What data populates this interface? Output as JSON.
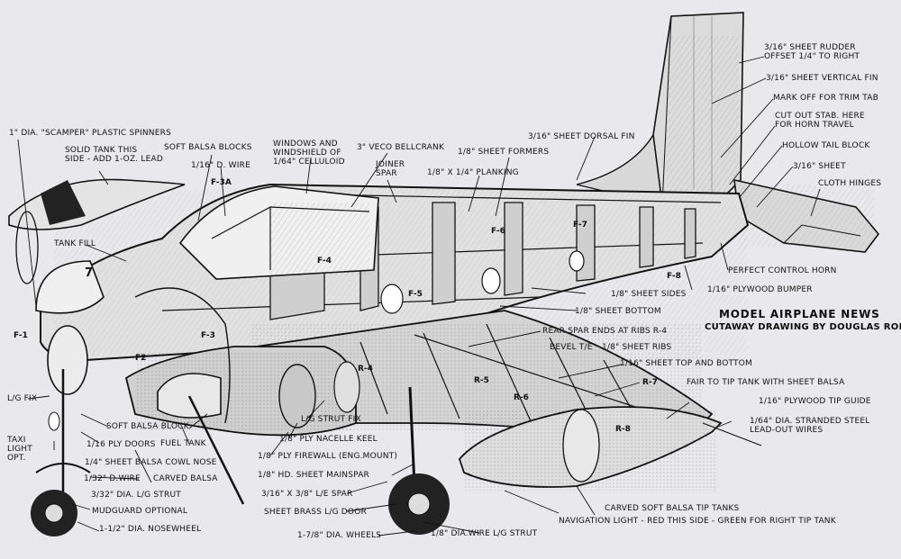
{
  "title": "MODEL AIRPLANE NEWS",
  "subtitle": "CUTAWAY DRAWING BY DOUGLAS ROLFE",
  "labels": {
    "rudder": "3/16\" SHEET RUDDER\nOFFSET 1/4\" TO RIGHT",
    "vfin": "3/16\" SHEET VERTICAL FIN",
    "trim": "MARK OFF FOR TRIM TAB",
    "cutout": "CUT OUT STAB. HERE\nFOR HORN TRAVEL",
    "hollow": "HOLLOW TAIL BLOCK",
    "sheet316": "3/16\" SHEET",
    "cloth": "CLOTH HINGES",
    "dorsal": "3/16\" SHEET DORSAL FIN",
    "formers": "1/8\" SHEET FORMERS",
    "planking": "1/8\" X 1/4\" PLANKING",
    "bellcrank": "3\" VECO BELLCRANK",
    "windows": "WINDOWS AND\nWINDSHIELD OF\n1/64\" CELLULOID",
    "joiner": "JOINER\nSPAR",
    "softbalsa": "SOFT BALSA BLOCKS",
    "dwire116": "1/16\" D. WIRE",
    "spinners": "1\" DIA. \"SCAMPER\" PLASTIC SPINNERS",
    "solidtank": "SOLID TANK THIS\nSIDE - ADD 1-OZ. LEAD",
    "tankfill": "TANK FILL",
    "controlhorn": "PERFECT CONTROL HORN",
    "bumper": "1/16\" PLYWOOD BUMPER",
    "sides": "1/8\" SHEET SIDES",
    "bottom": "1/8\" SHEET BOTTOM",
    "rearspar": "REAR SPAR ENDS AT RIBS R-4",
    "bevel": "BEVEL T/E",
    "ribs": "1/8\" SHEET RIBS",
    "topbottom": "1/16\" SHEET TOP AND BOTTOM",
    "fairtip": "FAIR TO TIP TANK WITH SHEET BALSA",
    "tipguide": "1/16\" PLYWOOD TIP GUIDE",
    "leadout": "1/64\" DIA. STRANDED STEEL\nLEAD-OUT WIRES",
    "lgfix": "L/G FIX",
    "taxi": "TAXI\nLIGHT\nOPT.",
    "softblock": "SOFT BALSA BLOCK",
    "plydoors": "1/16 PLY DOORS",
    "fueltank": "FUEL TANK",
    "cowl": "1/4\" SHEET BALSA COWL NOSE",
    "dwire132": "1/32\" D.WIRE",
    "carved": "CARVED BALSA",
    "strut332": "3/32\" DIA. L/G STRUT",
    "mudguard": "MUDGUARD OPTIONAL",
    "nosewheel": "1-1/2\" DIA. NOSEWHEEL",
    "strutfix": "L/G STRUT FIX",
    "keel": "1/8\" PLY NACELLE KEEL",
    "firewall": "1/8\" PLY FIREWALL (ENG.MOUNT)",
    "mainspar": "1/8\" HD. SHEET MAINSPAR",
    "lespar": "3/16\" X 3/8\" L/E SPAR",
    "brassdoor": "SHEET BRASS L/G DOOR",
    "wheels": "1-7/8\" DIA. WHEELS",
    "wirestrut": "1/8\" DIA.WIRE L/G STRUT",
    "navlight": "NAVIGATION LIGHT - RED THIS SIDE - GREEN FOR RIGHT TIP TANK",
    "tiptanks": "CARVED SOFT BALSA TIP TANKS"
  },
  "parts": {
    "f1": "F-1",
    "f2": "F2",
    "f3": "F-3",
    "f3a": "F-3A",
    "f4": "F-4",
    "f5": "F-5",
    "f6": "F-6",
    "f7": "F-7",
    "f8": "F-8",
    "r4": "R-4",
    "r5": "R-5",
    "r6": "R-6",
    "r7": "R-7",
    "r8": "R-8",
    "spinner_mark": "7"
  }
}
